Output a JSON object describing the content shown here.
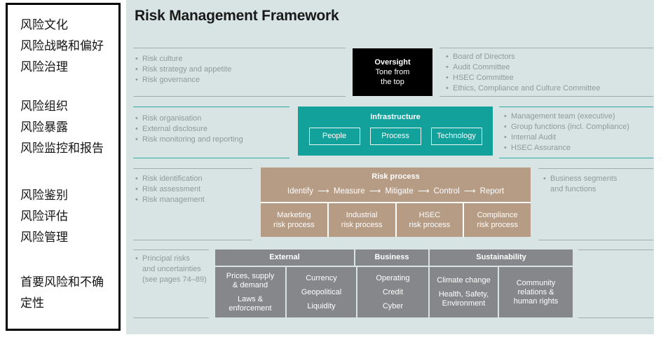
{
  "sidebar": {
    "groups": [
      {
        "items": [
          "风险文化",
          "风险战略和偏好",
          "风险治理"
        ]
      },
      {
        "items": [
          "风险组织",
          "风险暴露",
          "风险监控和报告"
        ]
      },
      {
        "items": [
          "风险鉴别",
          "风险评估",
          "风险管理"
        ]
      },
      {
        "items": [
          "首要风险和不确定性"
        ]
      }
    ]
  },
  "main": {
    "title": "Risk Management Framework",
    "row1": {
      "left_items": [
        "Risk culture",
        "Risk strategy and appetite",
        "Risk governance"
      ],
      "oversight": {
        "title": "Oversight",
        "subtitle": "Tone from\nthe top"
      },
      "right_items": [
        "Board of Directors",
        "Audit Committee",
        "HSEC Committee",
        "Ethics, Compliance and Culture Committee"
      ]
    },
    "row2": {
      "left_items": [
        "Risk organisation",
        "External disclosure",
        "Risk monitoring and reporting"
      ],
      "infrastructure": {
        "title": "Infrastructure",
        "components": [
          "People",
          "Process",
          "Technology"
        ]
      },
      "right_items": [
        "Management team (executive)",
        "Group functions (incl. Compliance)",
        "Internal Audit",
        "HSEC Assurance"
      ]
    },
    "row3": {
      "left_items": [
        "Risk identification",
        "Risk assessment",
        "Risk management"
      ],
      "risk_process": {
        "title": "Risk process",
        "flow": "Identify ⟶ Measure ⟶ Mitigate ⟶ Control ⟶ Report",
        "cells": [
          "Marketing\nrisk process",
          "Industrial\nrisk process",
          "HSEC\nrisk process",
          "Compliance\nrisk process"
        ]
      },
      "right_items": [
        "Business segments\nand functions"
      ]
    },
    "row4": {
      "left_items": [
        "Principal risks\nand uncertainties\n(see pages 74–89)"
      ],
      "table": {
        "headers": [
          "External",
          "Business",
          "Sustainability"
        ],
        "cells": [
          {
            "items": [
              "Prices, supply\n& demand",
              "Laws &\nenforcement"
            ]
          },
          {
            "items": [
              "Currency",
              "Geopolitical",
              "Liquidity"
            ]
          },
          {
            "items": [
              "Operating",
              "Credit",
              "Cyber"
            ]
          },
          {
            "items": [
              "Climate change",
              "Health, Safety,\nEnvironment"
            ]
          },
          {
            "items": [
              "Community\nrelations &\nhuman rights"
            ]
          }
        ]
      }
    }
  },
  "colors": {
    "panel_background": "#d7e4e3",
    "teal_box": "#12a19b",
    "teal_rule": "#2fa8a2",
    "tan_box": "#b69b85",
    "gray_box": "#85878a",
    "black_box": "#000000",
    "gray_rule": "#a3abab",
    "bullet_text": "#8e9b9a"
  }
}
